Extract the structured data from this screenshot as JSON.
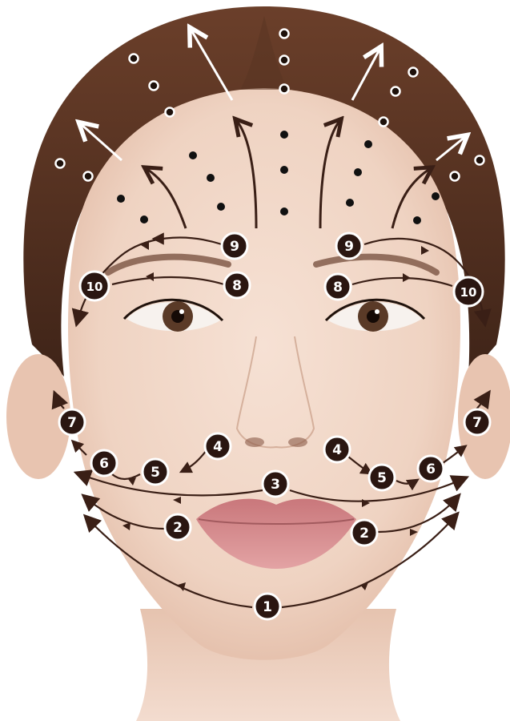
{
  "colors": {
    "background": "#ffffff",
    "hair": "#5a3423",
    "skin": "#f1d8c8",
    "lips": "#d98f92",
    "path": "#3a1f16",
    "badge_fill": "#2a1611",
    "badge_stroke": "#ffffff",
    "point_dark": "#111111",
    "point_light": "#ffffff"
  },
  "steps": [
    {
      "id": "1",
      "label": "1"
    },
    {
      "id": "2a",
      "label": "2"
    },
    {
      "id": "2b",
      "label": "2"
    },
    {
      "id": "3",
      "label": "3"
    },
    {
      "id": "4a",
      "label": "4"
    },
    {
      "id": "4b",
      "label": "4"
    },
    {
      "id": "5a",
      "label": "5"
    },
    {
      "id": "5b",
      "label": "5"
    },
    {
      "id": "6a",
      "label": "6"
    },
    {
      "id": "6b",
      "label": "6"
    },
    {
      "id": "7a",
      "label": "7"
    },
    {
      "id": "7b",
      "label": "7"
    },
    {
      "id": "8a",
      "label": "8"
    },
    {
      "id": "8b",
      "label": "8"
    },
    {
      "id": "9a",
      "label": "9"
    },
    {
      "id": "9b",
      "label": "9"
    },
    {
      "id": "10a",
      "label": "10"
    },
    {
      "id": "10b",
      "label": "10"
    }
  ]
}
